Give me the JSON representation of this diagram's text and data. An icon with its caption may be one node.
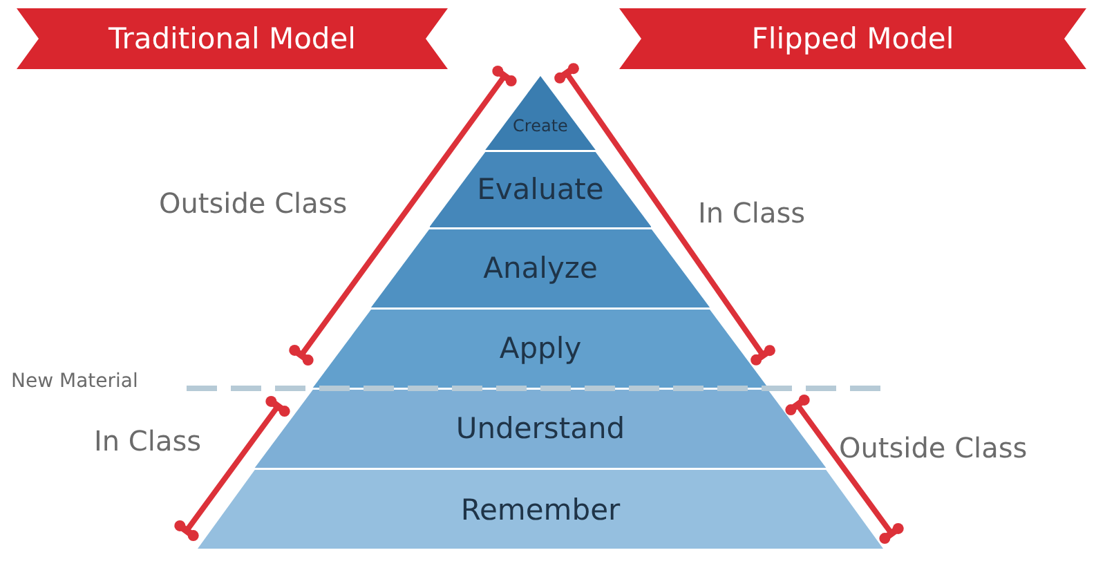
{
  "diagram": {
    "nodes": [
      {
        "text": [
          "Traditional Model"
        ]
      },
      {
        "text": [
          "Flipped Model"
        ]
      },
      {
        "text": [
          "Create"
        ]
      },
      {
        "text": [
          "Evaluate"
        ]
      },
      {
        "text": [
          "Analyze"
        ]
      },
      {
        "text": [
          "Apply"
        ]
      },
      {
        "text": [
          "Understand"
        ]
      },
      {
        "text": [
          "Remember"
        ]
      }
    ],
    "labels": [
      "Outside Class",
      "In Class",
      "New Material",
      "In Class",
      "Outside Class"
    ]
  }
}
